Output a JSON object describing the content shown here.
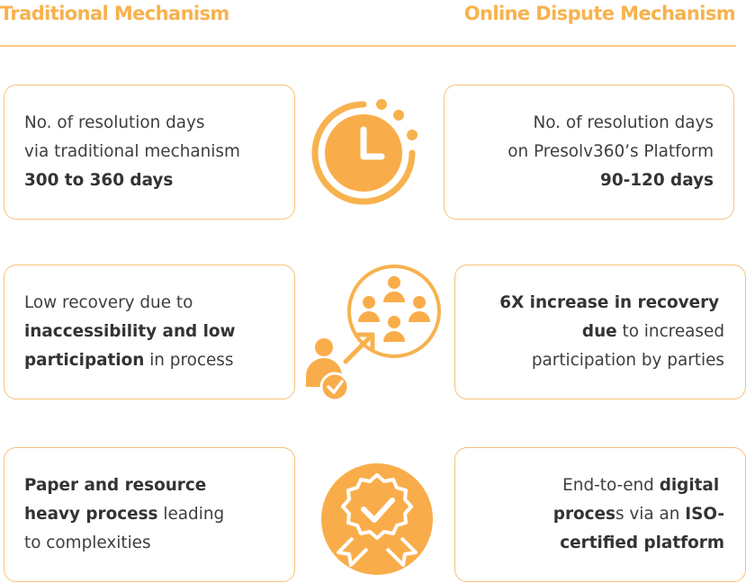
{
  "header": {
    "left_title": "Traditional Mechanism",
    "right_title": "Online Dispute Mechanism"
  },
  "colors": {
    "accent": "#f7b24e",
    "card_border": "#f6c07a",
    "text": "#3e3e3e"
  },
  "rows": [
    {
      "icon": "clock-icon",
      "left": {
        "line1": "No. of resolution days",
        "line2": "via traditional mechanism",
        "bold": "300 to 360 days"
      },
      "right": {
        "line1": "No. of resolution days",
        "line2": "on Presolv360’s Platform",
        "bold": "90-120 days"
      }
    },
    {
      "icon": "recovery-participation-icon",
      "left": {
        "pre": "Low recovery due to",
        "bold1": "inaccessibility and low",
        "bold2": "participation",
        "post": " in process"
      },
      "right": {
        "bold1": "6X increase in recovery",
        "bold2": "due",
        "post": " to increased",
        "line3": "participation by parties"
      }
    },
    {
      "icon": "certified-badge-icon",
      "left": {
        "bold1": "Paper and resource",
        "bold2": "heavy process",
        "post": " leading",
        "line3": "to complexities"
      },
      "right": {
        "pre": "End-to-end ",
        "bold1": "digital",
        "bold2a": "proces",
        "mid": "s via an ",
        "bold2b": "ISO-",
        "bold3": "certified platform"
      }
    }
  ]
}
